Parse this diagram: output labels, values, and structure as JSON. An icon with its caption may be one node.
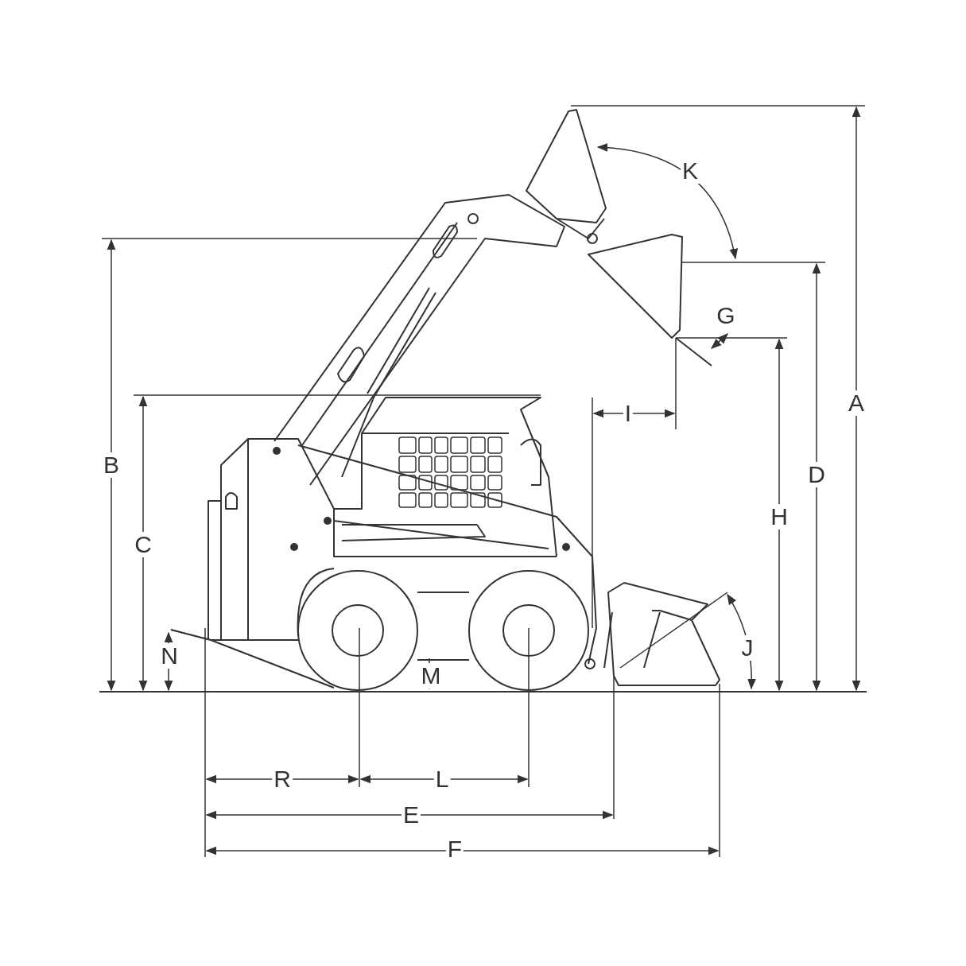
{
  "diagram": {
    "labels": [
      "K",
      "G",
      "A",
      "I",
      "B",
      "D",
      "H",
      "C",
      "J",
      "N",
      "M",
      "R",
      "L",
      "E",
      "F"
    ]
  }
}
